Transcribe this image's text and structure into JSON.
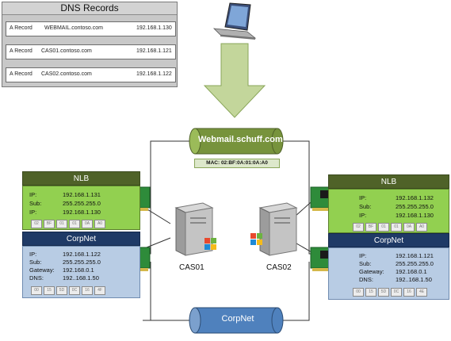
{
  "dns": {
    "title": "DNS Records",
    "records": [
      {
        "type": "A Record",
        "host": "WEBMAIL.contoso.com",
        "ip": "192.168.1.130"
      },
      {
        "type": "A Record",
        "host": "CAS01.contoso.com",
        "ip": "192.168.1.121"
      },
      {
        "type": "A Record",
        "host": "CAS02.contoso.com",
        "ip": "192.168.1.122"
      }
    ]
  },
  "webmail": {
    "label": "Webmail.schuff.com",
    "mac_label": "MAC:  02:BF:0A:01:0A:A0"
  },
  "corpnet_cylinder": {
    "label": "CorpNet"
  },
  "servers": {
    "cas01": "CAS01",
    "cas02": "CAS02"
  },
  "left": {
    "nlb": {
      "title": "NLB",
      "rows": [
        {
          "k": "IP:",
          "v": "192.168.1.131"
        },
        {
          "k": "Sub:",
          "v": "255.255.255.0"
        },
        {
          "k": "IP:",
          "v": "192.168.1.130"
        }
      ],
      "mac": [
        "02",
        "BF",
        "01",
        "01",
        "0A",
        "A0"
      ]
    },
    "corp": {
      "title": "CorpNet",
      "rows": [
        {
          "k": "IP:",
          "v": "192.168.1.122"
        },
        {
          "k": "Sub:",
          "v": "255.255.255.0"
        },
        {
          "k": "Gateway:",
          "v": "192.168.0.1"
        },
        {
          "k": "DNS:",
          "v": "192..168.1.50"
        }
      ],
      "mac": [
        "00",
        "15",
        "5D",
        "0C",
        "16",
        "4F"
      ]
    }
  },
  "right": {
    "nlb": {
      "title": "NLB",
      "rows": [
        {
          "k": "IP:",
          "v": "192.168.1.132"
        },
        {
          "k": "Sub:",
          "v": "255.255.255.0"
        },
        {
          "k": "IP:",
          "v": "192.168.1.130"
        }
      ],
      "mac": [
        "02",
        "BF",
        "01",
        "01",
        "0A",
        "A0"
      ]
    },
    "corp": {
      "title": "CorpNet",
      "rows": [
        {
          "k": "IP:",
          "v": "192.168.1.121"
        },
        {
          "k": "Sub:",
          "v": "255.255.255.0"
        },
        {
          "k": "Gateway:",
          "v": "192.168.0.1"
        },
        {
          "k": "DNS:",
          "v": "192..168.1.50"
        }
      ],
      "mac": [
        "00",
        "15",
        "5D",
        "0C",
        "16",
        "4E"
      ]
    }
  },
  "colors": {
    "nlb_header": "#4f6228",
    "nlb_body": "#92d050",
    "corp_header": "#1f3a66",
    "corp_body": "#b8cce4",
    "webmail_cylinder": "#77933c",
    "corpnet_cylinder": "#4f81bd",
    "arrow": "#c3d69b"
  }
}
